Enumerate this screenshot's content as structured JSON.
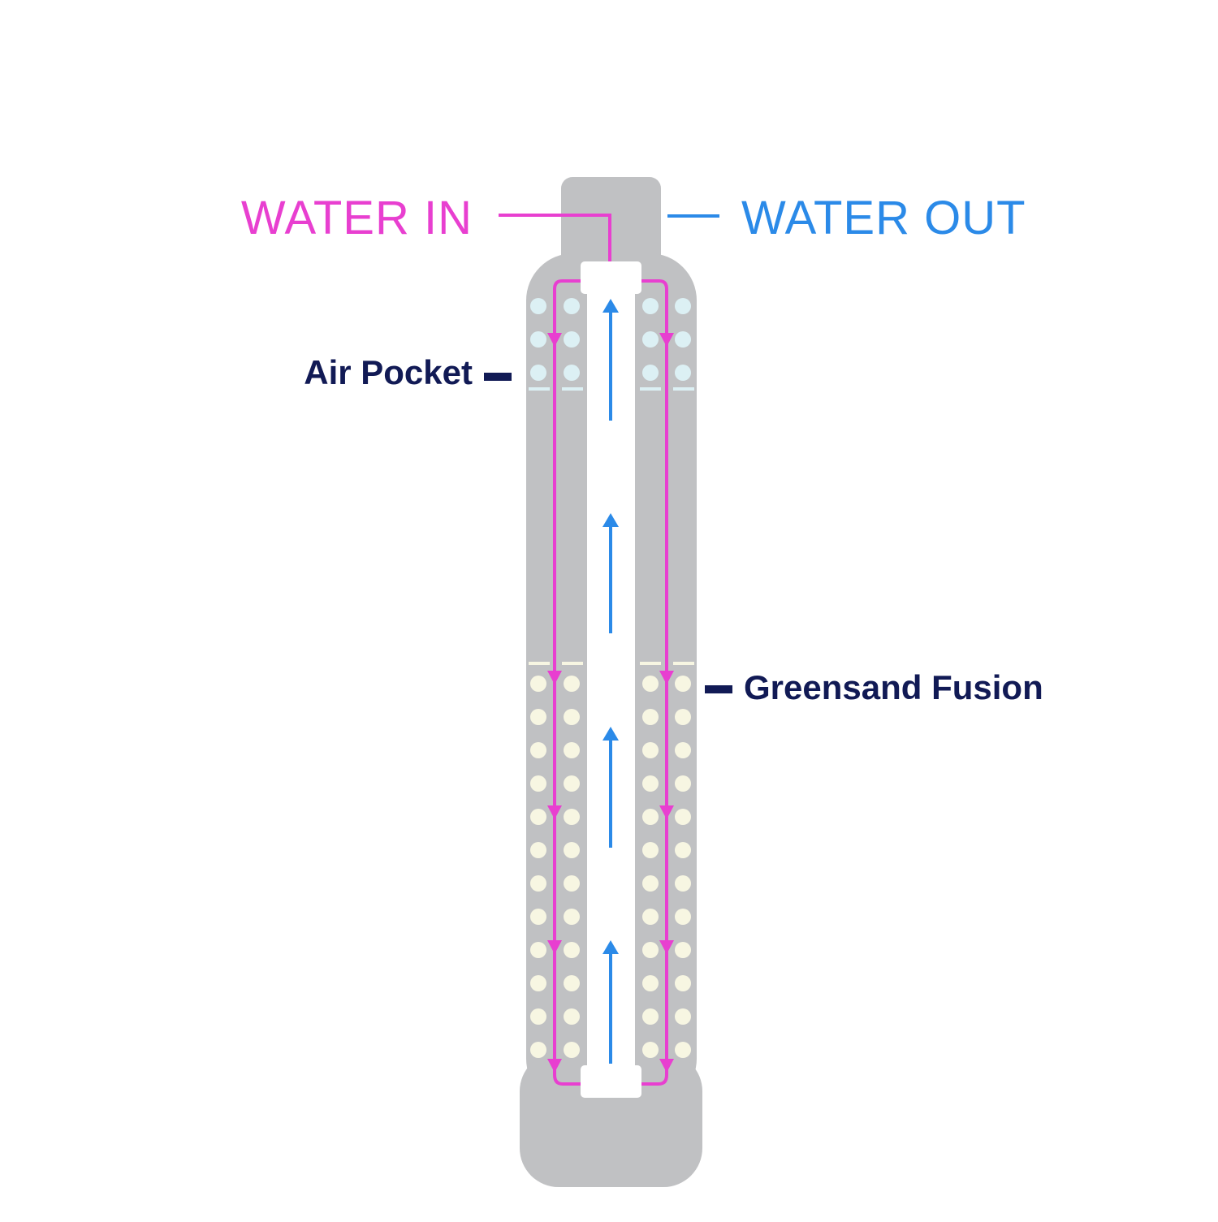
{
  "labels": {
    "water_in": "WATER IN",
    "water_out": "WATER OUT",
    "air_pocket": "Air Pocket",
    "greensand": "Greensand Fusion"
  },
  "colors": {
    "inflow": "#e83fd0",
    "outflow": "#2b8ae8",
    "label_dark": "#111a55",
    "tank": "#c0c1c3",
    "air_bubble": "#dcf0f4",
    "media_bead": "#f7f6e2",
    "riser": "#ffffff"
  },
  "icons": {
    "flow_down": "triangle-down-arrow-icon",
    "flow_up": "arrow-up-icon"
  }
}
